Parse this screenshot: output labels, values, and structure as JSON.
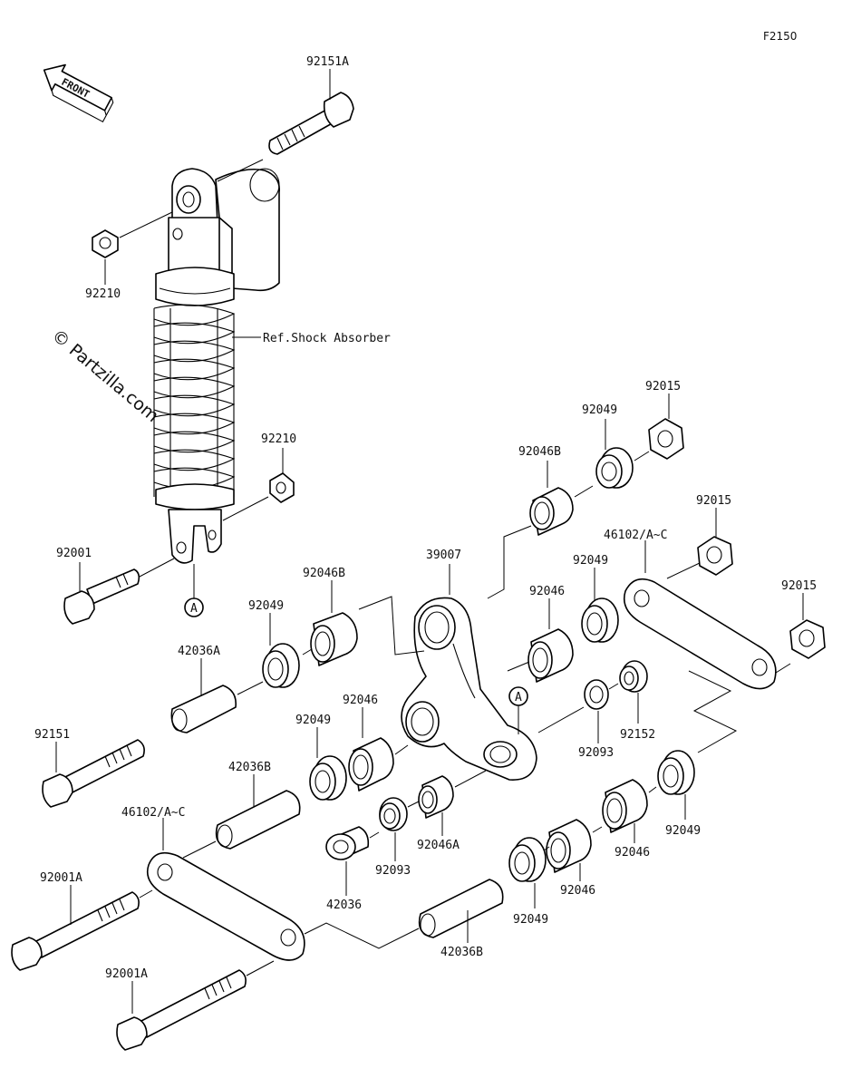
{
  "diagram_code": "F2150",
  "front_arrow_label": "FRONT",
  "watermark": "© Partzilla.com",
  "ref_label": "Ref.Shock Absorber",
  "marker_letter": "A",
  "labels": {
    "bolt_top": "92151A",
    "nut_top": "92210",
    "nut_mid": "92210",
    "bolt_lower_left": "92001",
    "bearing_top": "92046B",
    "seal_top_right": "92049",
    "nut_top_right": "92015",
    "rocker_arm": "39007",
    "seal_left_upper": "92049",
    "bearing_left_upper": "92046B",
    "collar_left_upper": "42036A",
    "bolt_left": "92151",
    "tie_rod_right": "46102/A~C",
    "nut_right_mid": "92015",
    "seal_right_mid": "92049",
    "bearing_right_mid": "92046",
    "nut_far_right": "92015",
    "washer_right": "92093",
    "seal_small_right": "92152",
    "bearing_left_mid": "92046",
    "seal_left_mid": "92049",
    "collar_left_lower": "42036B",
    "tie_rod_left": "46102/A~C",
    "bolt_lower_1": "92001A",
    "bolt_lower_2": "92001A",
    "bearing_small": "92046A",
    "washer_lower": "92093",
    "collar_flanged": "42036",
    "collar_bottom": "42036B",
    "seal_lower_right": "92049",
    "bearing_lower_right_1": "92046",
    "bearing_lower_right_2": "92046",
    "seal_lower_mid": "92049",
    "bearing_lower_mid": "92046"
  }
}
